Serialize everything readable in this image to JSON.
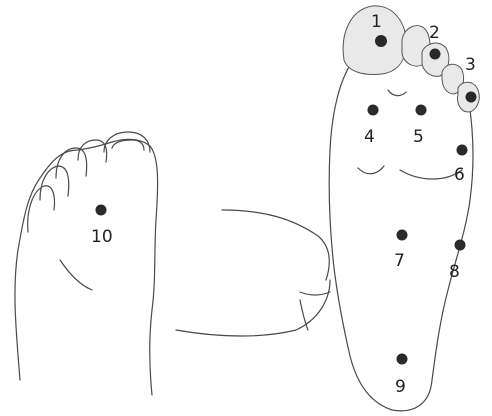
{
  "colors": {
    "outline": "#4a4a4a",
    "point": "#2a2a2a",
    "label": "#222222",
    "shading": "#e9e9e9"
  },
  "points": [
    {
      "label": "1"
    },
    {
      "label": "2"
    },
    {
      "label": "3"
    },
    {
      "label": "4"
    },
    {
      "label": "5"
    },
    {
      "label": "6"
    },
    {
      "label": "7"
    },
    {
      "label": "8"
    },
    {
      "label": "9"
    },
    {
      "label": "10"
    }
  ]
}
